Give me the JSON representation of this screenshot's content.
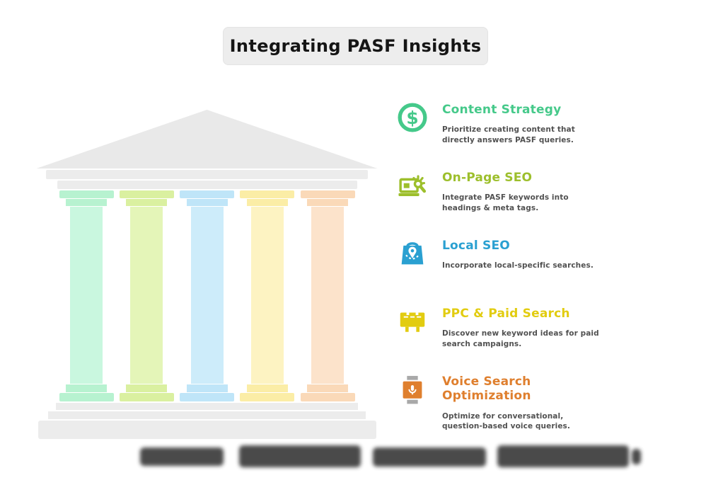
{
  "title": "Integrating PASF Insights",
  "temple": {
    "structure_color": "#e9e9e9",
    "pillars": [
      {
        "name": "mint-pillar",
        "cap": "#b7f2d0",
        "shaft": "#c9f7df"
      },
      {
        "name": "lime-pillar",
        "cap": "#daf0a0",
        "shaft": "#e4f5b8"
      },
      {
        "name": "blue-pillar",
        "cap": "#bfe5f8",
        "shaft": "#cdecfa"
      },
      {
        "name": "yellow-pillar",
        "cap": "#fbeda6",
        "shaft": "#fdf3c2"
      },
      {
        "name": "peach-pillar",
        "cap": "#fad9b8",
        "shaft": "#fce3cb"
      }
    ]
  },
  "legend": [
    {
      "icon": "dollar-circle-icon",
      "color": "#45c98a",
      "heading": "Content Strategy",
      "body": "Prioritize creating content that directly answers PASF queries."
    },
    {
      "icon": "laptop-search-icon",
      "color": "#9dbf2c",
      "heading": "On-Page SEO",
      "body": "Integrate PASF keywords into headings & meta tags."
    },
    {
      "icon": "location-bag-icon",
      "color": "#2aa0d1",
      "heading": "Local SEO",
      "body": "Incorporate local-specific searches."
    },
    {
      "icon": "billboard-icon",
      "color": "#e2cc10",
      "heading": "PPC & Paid Search",
      "body": "Discover new keyword ideas for paid search campaigns."
    },
    {
      "icon": "smart-speaker-icon",
      "color": "#df7f2e",
      "heading": "Voice Search Optimization",
      "body": "Optimize for conversational, question-based voice queries."
    }
  ]
}
